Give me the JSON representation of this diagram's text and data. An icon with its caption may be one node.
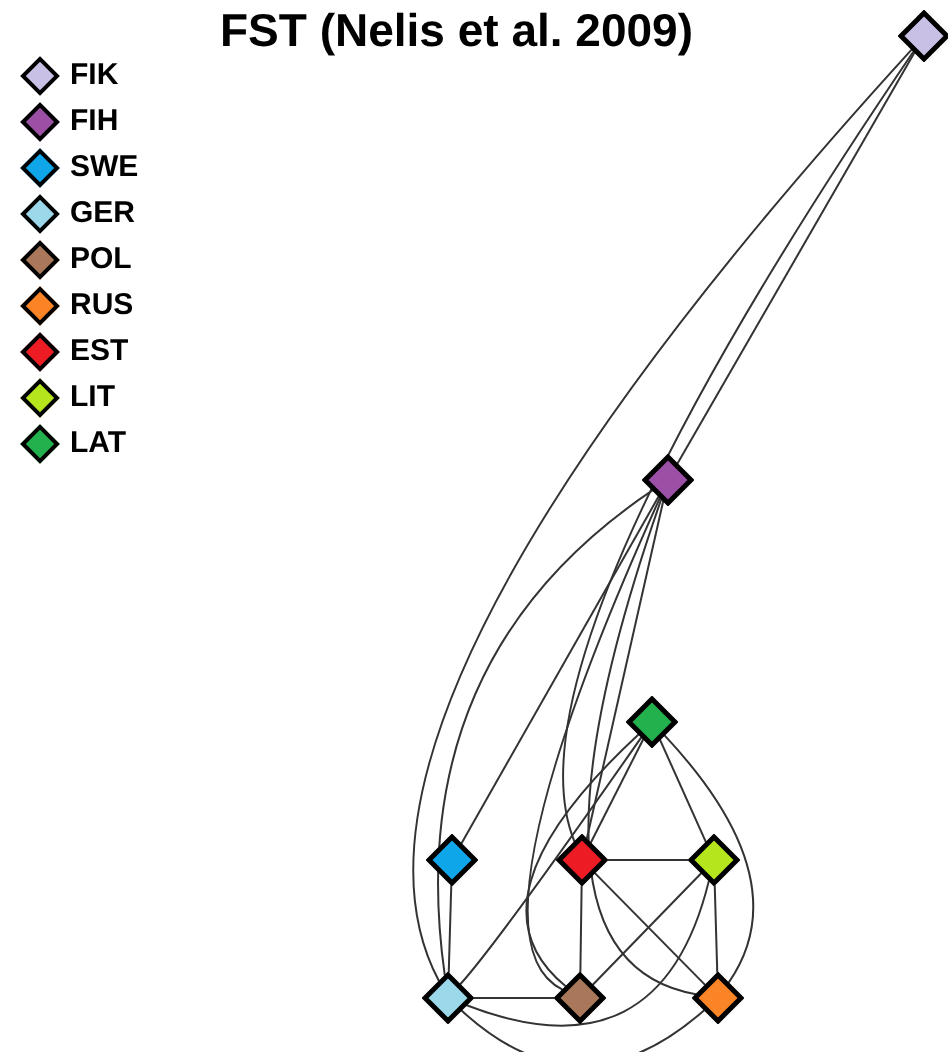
{
  "diagram": {
    "title": "FST (Nelis et al. 2009)",
    "nodes": [
      {
        "text": [],
        "shape": "diamond"
      },
      {
        "text": [],
        "shape": "diamond"
      },
      {
        "text": [],
        "shape": "diamond"
      },
      {
        "text": [],
        "shape": "diamond"
      },
      {
        "text": [],
        "shape": "diamond"
      },
      {
        "text": [],
        "shape": "diamond"
      },
      {
        "text": [],
        "shape": "diamond"
      },
      {
        "text": [],
        "shape": "diamond"
      },
      {
        "text": [],
        "shape": "diamond"
      }
    ],
    "edges": [
      {
        "from": 0,
        "to": 1,
        "arrow": "none"
      },
      {
        "from": 0,
        "to": 6,
        "arrow": "none"
      },
      {
        "from": 0,
        "to": 4,
        "arrow": "none"
      },
      {
        "from": 1,
        "to": 3,
        "arrow": "none"
      },
      {
        "from": 1,
        "to": 4,
        "arrow": "none"
      },
      {
        "from": 1,
        "to": 7,
        "arrow": "none"
      },
      {
        "from": 1,
        "to": 8,
        "arrow": "none"
      },
      {
        "from": 1,
        "to": 6,
        "arrow": "none"
      },
      {
        "from": 2,
        "to": 4,
        "arrow": "none"
      },
      {
        "from": 2,
        "to": 5,
        "arrow": "none"
      },
      {
        "from": 2,
        "to": 8,
        "arrow": "none"
      },
      {
        "from": 2,
        "to": 7,
        "arrow": "none"
      },
      {
        "from": 2,
        "to": 6,
        "arrow": "none"
      },
      {
        "from": 3,
        "to": 6,
        "arrow": "none"
      },
      {
        "from": 6,
        "to": 7,
        "arrow": "none"
      },
      {
        "from": 4,
        "to": 7,
        "arrow": "none"
      },
      {
        "from": 4,
        "to": 5,
        "arrow": "none"
      },
      {
        "from": 5,
        "to": 8,
        "arrow": "none"
      },
      {
        "from": 4,
        "to": 8,
        "arrow": "none"
      },
      {
        "from": 5,
        "to": 7,
        "arrow": "none"
      },
      {
        "from": 6,
        "to": 8,
        "arrow": "none"
      },
      {
        "from": 6,
        "to": 5,
        "arrow": "none"
      }
    ],
    "legend": [
      {
        "text": "FIK",
        "color": "#c9c0e6"
      },
      {
        "text": "FIH",
        "color": "#9b4fa5"
      },
      {
        "text": "SWE",
        "color": "#0ea5e9"
      },
      {
        "text": "GER",
        "color": "#9bd9ea"
      },
      {
        "text": "POL",
        "color": "#a9785a"
      },
      {
        "text": "RUS",
        "color": "#fb8526"
      },
      {
        "text": "EST",
        "color": "#ed1c24"
      },
      {
        "text": "LIT",
        "color": "#b5e61d"
      },
      {
        "text": "LAT",
        "color": "#22b14c"
      }
    ]
  }
}
